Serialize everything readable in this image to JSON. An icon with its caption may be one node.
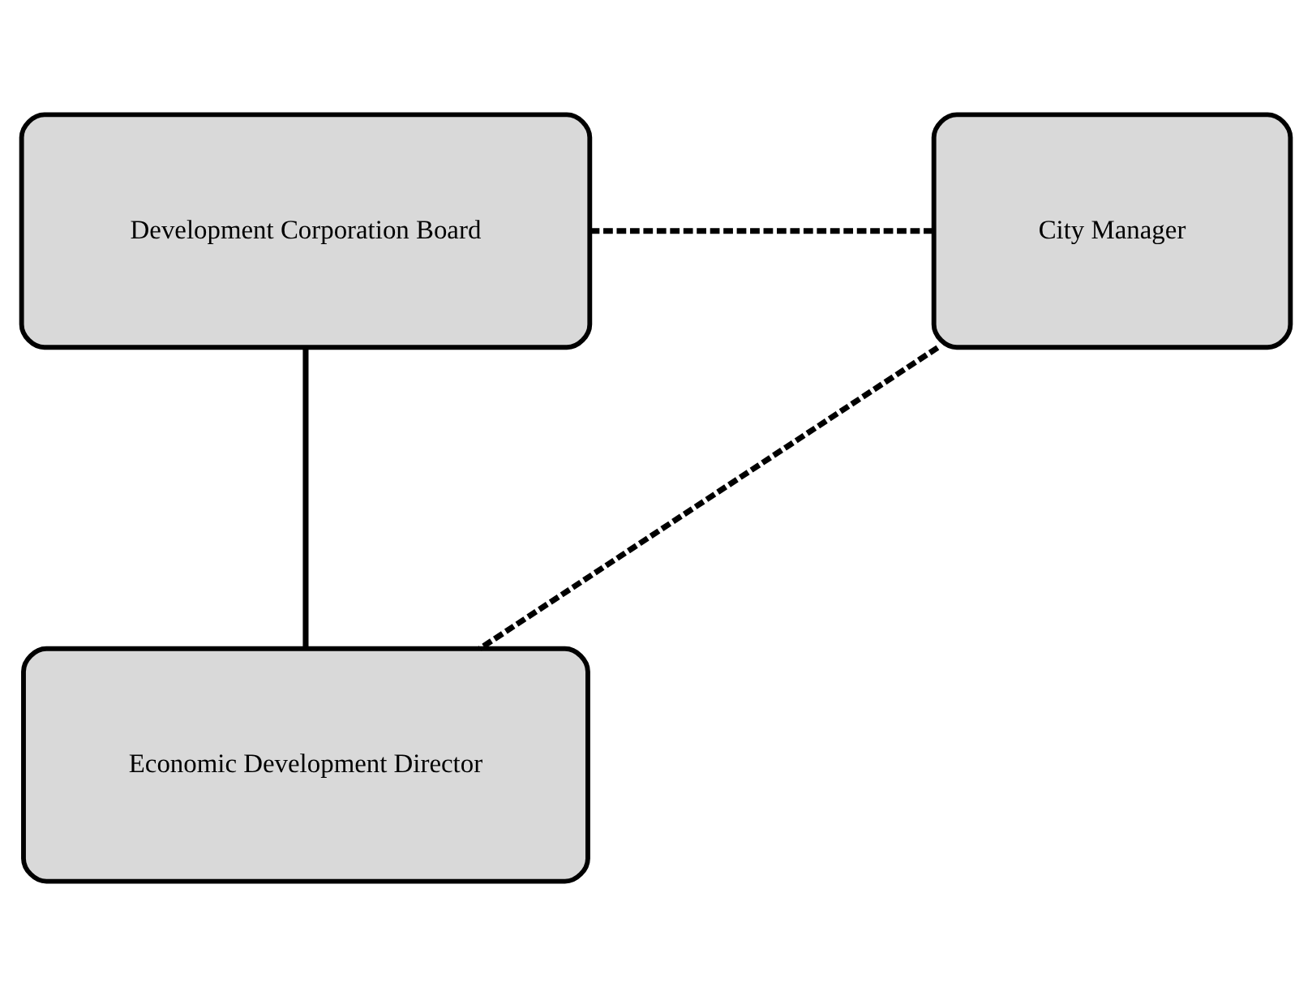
{
  "diagram": {
    "nodes": [
      {
        "text": [
          "Development Corporation Board"
        ]
      },
      {
        "text": [
          "City Manager"
        ]
      },
      {
        "text": [
          "Economic Development Director"
        ]
      }
    ],
    "edges": [
      {
        "from": 0,
        "to": 1,
        "arrow": "none",
        "style": "dashed"
      },
      {
        "from": 0,
        "to": 2,
        "arrow": "none"
      },
      {
        "from": 1,
        "to": 2,
        "arrow": "none",
        "style": "dashed"
      }
    ]
  }
}
